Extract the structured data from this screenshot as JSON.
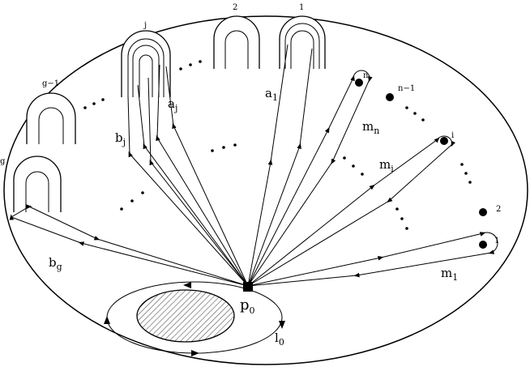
{
  "handles": {
    "g": "g",
    "g_minus_1": "g−1",
    "j": "j",
    "two": "2",
    "one": "1"
  },
  "punctures": {
    "n": "n",
    "n_minus_1": "n−1",
    "i": "i",
    "two": "2",
    "one": "1"
  },
  "curves": {
    "a_j": {
      "base": "a",
      "sub": "j"
    },
    "b_j": {
      "base": "b",
      "sub": "j"
    },
    "a_1": {
      "base": "a",
      "sub": "1"
    },
    "m_n": {
      "base": "m",
      "sub": "n"
    },
    "m_i": {
      "base": "m",
      "sub": "i"
    },
    "b_g": {
      "base": "b",
      "sub": "g"
    },
    "m_1": {
      "base": "m",
      "sub": "1"
    },
    "l_0": {
      "base": "l",
      "sub": "0"
    }
  },
  "basepoint": {
    "base": "p",
    "sub": "0"
  }
}
